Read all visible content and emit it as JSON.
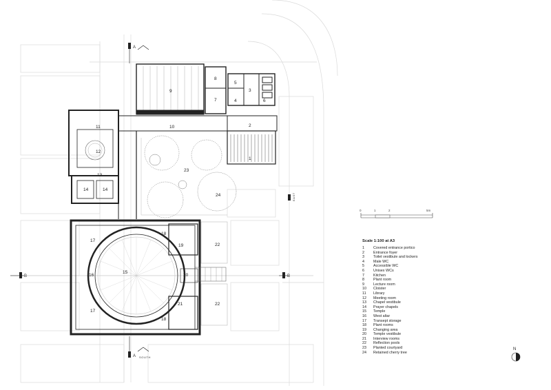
{
  "labels": {
    "section_a_top": "A",
    "section_a_bottom": "A",
    "section_b_left": "B",
    "section_b_right": "B",
    "south": "SOUTH",
    "east": "EAST",
    "north": "N"
  },
  "room_numbers": [
    "1",
    "2",
    "3",
    "4",
    "5",
    "6",
    "7",
    "8",
    "9",
    "10",
    "11",
    "12",
    "13",
    "14",
    "14",
    "15",
    "16",
    "17",
    "17",
    "18",
    "18",
    "19",
    "20",
    "21",
    "22",
    "22",
    "23",
    "24"
  ],
  "scale_bar": {
    "ticks": [
      "0",
      "1",
      "2",
      "5m"
    ],
    "title": "Scale 1:100 at A3"
  },
  "legend": [
    {
      "n": "1",
      "label": "Covered entrance portico"
    },
    {
      "n": "2",
      "label": "Entrance foyer"
    },
    {
      "n": "3",
      "label": "Toilet vestibule and lockers"
    },
    {
      "n": "4",
      "label": "Male WC"
    },
    {
      "n": "5",
      "label": "Accessible WC"
    },
    {
      "n": "6",
      "label": "Unisex WCs"
    },
    {
      "n": "7",
      "label": "Kitchen"
    },
    {
      "n": "8",
      "label": "Plant room"
    },
    {
      "n": "9",
      "label": "Lecture room"
    },
    {
      "n": "10",
      "label": "Cloister"
    },
    {
      "n": "11",
      "label": "Library"
    },
    {
      "n": "12",
      "label": "Meeting room"
    },
    {
      "n": "13",
      "label": "Chapel vestibule"
    },
    {
      "n": "14",
      "label": "Prayer chapels"
    },
    {
      "n": "15",
      "label": "Temple"
    },
    {
      "n": "16",
      "label": "West altar"
    },
    {
      "n": "17",
      "label": "Transept storage"
    },
    {
      "n": "18",
      "label": "Plant rooms"
    },
    {
      "n": "19",
      "label": "Changing area"
    },
    {
      "n": "20",
      "label": "Temple vestibule"
    },
    {
      "n": "21",
      "label": "Interview rooms"
    },
    {
      "n": "22",
      "label": "Reflection pools"
    },
    {
      "n": "23",
      "label": "Planted courtyard"
    },
    {
      "n": "24",
      "label": "Retained cherry tree"
    }
  ]
}
